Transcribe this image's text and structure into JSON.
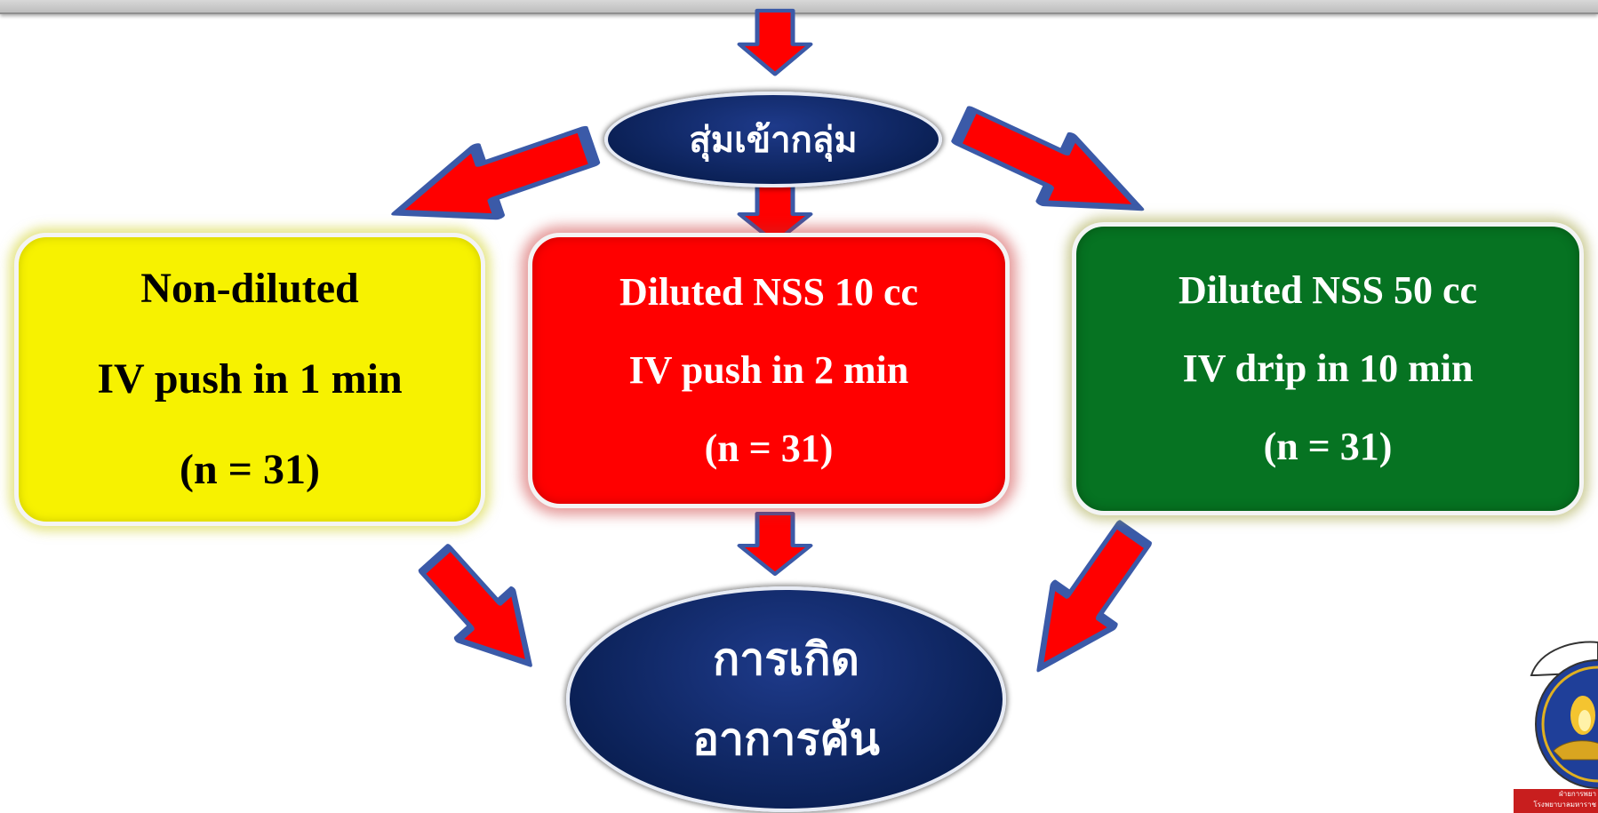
{
  "diagram": {
    "randomize_label": "สุ่มเข้ากลุ่ม",
    "outcome_line1": "การเกิด",
    "outcome_line2": "อาการคัน",
    "groups": [
      {
        "line1": "Non-diluted",
        "line2": "IV push in 1 min",
        "line3": "(n = 31)",
        "color": "#f7f200",
        "text_color": "#000000"
      },
      {
        "line1": "Diluted NSS 10 cc",
        "line2": "IV push in 2 min",
        "line3": "(n = 31)",
        "color": "#ff0000",
        "text_color": "#ffffff"
      },
      {
        "line1": "Diluted NSS 50 cc",
        "line2": "IV drip in 10 min",
        "line3": "(n = 31)",
        "color": "#067322",
        "text_color": "#ffffff"
      }
    ],
    "oval_color": "#0b2157",
    "arrow_color": "#ff0000",
    "arrow_outline_color": "#3b5aa8"
  },
  "logo": {
    "caption_line1": "ฝ่ายการพยา",
    "caption_line2": "โรงพยาบาลมหาราช",
    "icon": "lamp-emblem-icon"
  }
}
